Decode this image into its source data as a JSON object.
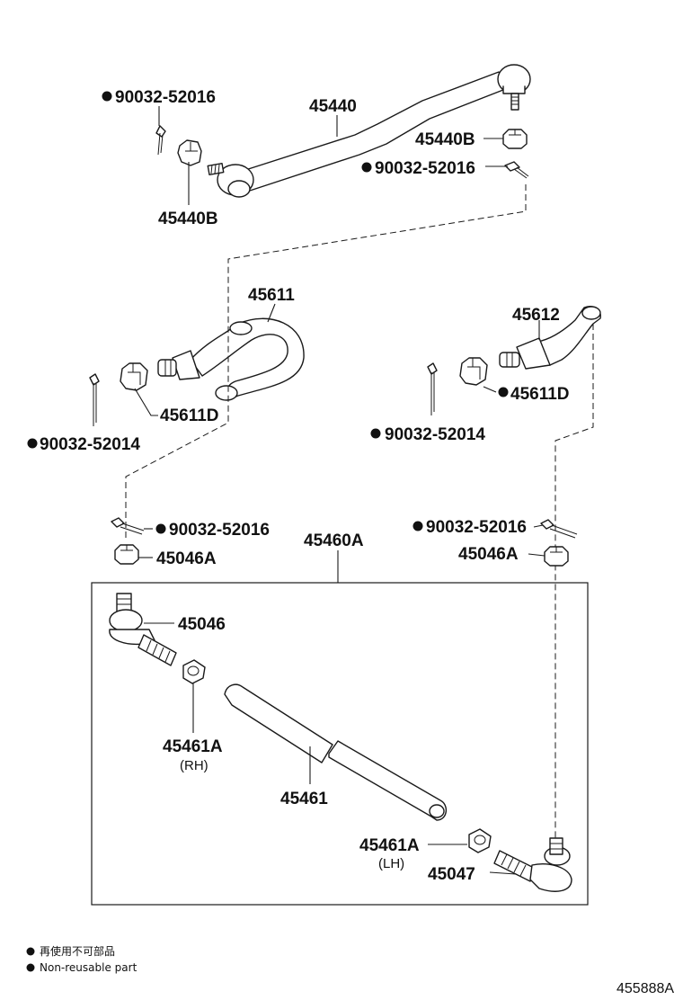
{
  "labels": {
    "tie_rod_upper": "45440",
    "upper_end_nut_right": "45440B",
    "upper_end_nut_left": "45440B",
    "cotter_pin_top_left": "90032-52016",
    "cotter_pin_top_right": "90032-52016",
    "knuckle_arm_rh": "45611",
    "knuckle_arm_lh": "45612",
    "arm_nut_rh": "45611D",
    "arm_nut_lh": "45611D",
    "cotter_pin_arm_rh": "90032-52014",
    "cotter_pin_arm_lh": "90032-52014",
    "cotter_pin_end_rh": "90032-52016",
    "cotter_pin_end_lh": "90032-52016",
    "end_nut_rh": "45046A",
    "end_nut_lh": "45046A",
    "tie_rod_assy": "45460A",
    "tie_rod_end_rh": "45046",
    "clamp_nut_rh": "45461A",
    "clamp_nut_rh_side": "(RH)",
    "tie_rod_tube": "45461",
    "clamp_nut_lh": "45461A",
    "clamp_nut_lh_side": "(LH)",
    "tie_rod_end_lh": "45047"
  },
  "legend": {
    "line_jp": "再使用不可部品",
    "line_en": "Non-reusable part"
  },
  "diagram_code": "455888A"
}
